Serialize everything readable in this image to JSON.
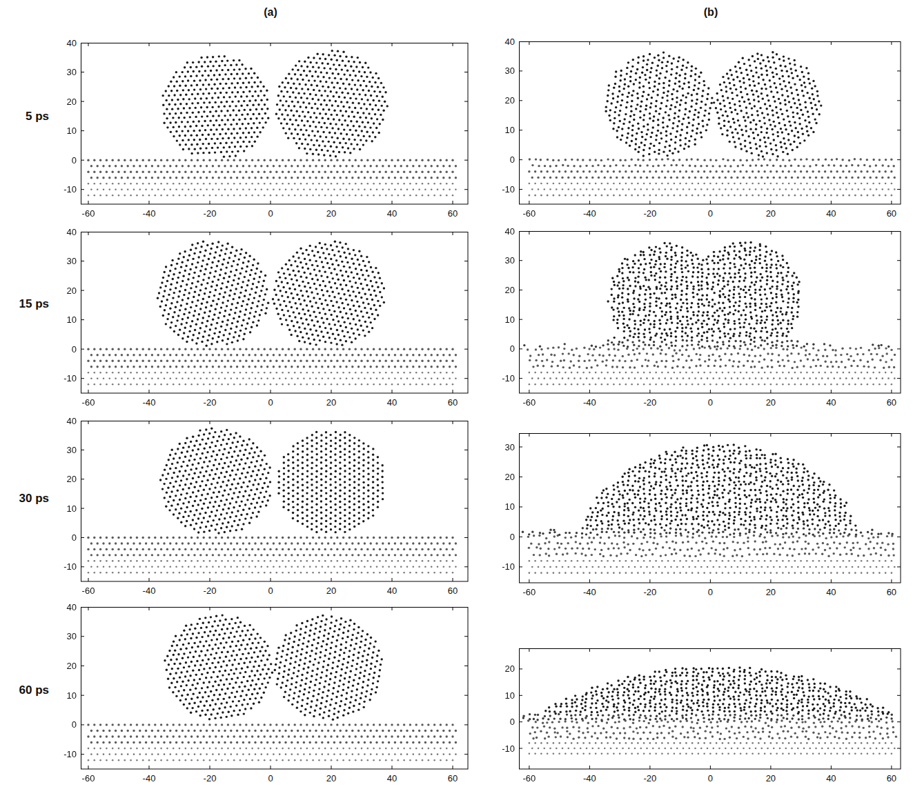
{
  "diagram": {
    "labels": [
      "(a)",
      "(b)",
      "5 ps",
      "15 ps",
      "30 ps",
      "60 ps",
      "40",
      "30",
      "20",
      "10",
      "0",
      "-10",
      "-60",
      "-40",
      "-20",
      "0",
      "20",
      "40",
      "60",
      "40",
      "30",
      "20",
      "10",
      "0",
      "-10",
      "-60",
      "-40",
      "-20",
      "0",
      "20",
      "40",
      "60",
      "40",
      "30",
      "20",
      "10",
      "0",
      "-10",
      "-60",
      "-40",
      "-20",
      "0",
      "20",
      "40",
      "60",
      "40",
      "30",
      "20",
      "10",
      "0",
      "-10",
      "-60",
      "-40",
      "-20",
      "0",
      "20",
      "40",
      "60",
      "40",
      "30",
      "20",
      "10",
      "0",
      "-10",
      "-60",
      "-40",
      "-20",
      "0",
      "20",
      "40",
      "60",
      "40",
      "30",
      "20",
      "10",
      "0",
      "-10",
      "-60",
      "-40",
      "-20",
      "0",
      "20",
      "40",
      "60",
      "30",
      "20",
      "10",
      "0",
      "-10",
      "-60",
      "-40",
      "-20",
      "0",
      "20",
      "40",
      "60",
      "20",
      "10",
      "0",
      "-10",
      "-60",
      "-40",
      "-20",
      "0",
      "20",
      "40",
      "60"
    ]
  }
}
